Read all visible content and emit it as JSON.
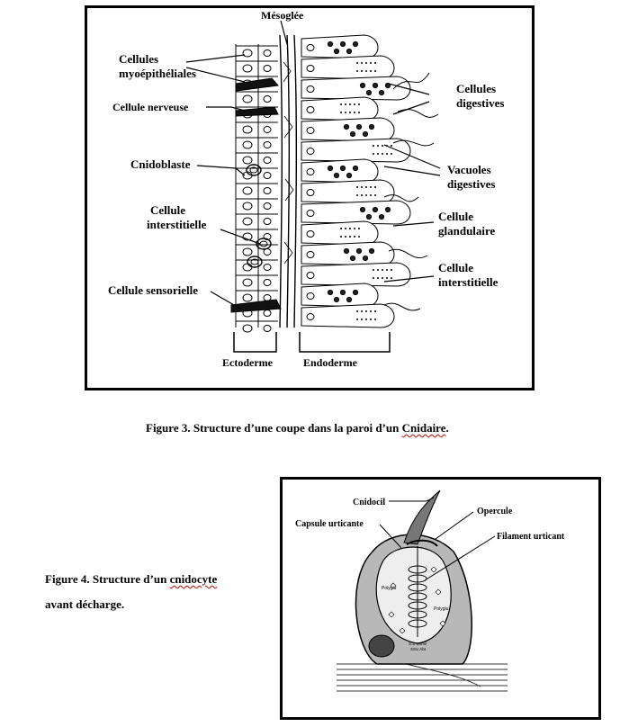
{
  "figure3": {
    "labels": {
      "mesoglee": "Mésoglée",
      "myo_line1": "Cellules",
      "myo_line2": "myoépithéliales",
      "nerveuse": "Cellule nerveuse",
      "cnidoblaste": "Cnidoblaste",
      "interst_left_line1": "Cellule",
      "interst_left_line2": "interstitielle",
      "sensorielle": "Cellule sensorielle",
      "digest_line1": "Cellules",
      "digest_line2": "digestives",
      "vacuoles_line1": "Vacuoles",
      "vacuoles_line2": "digestives",
      "gland_line1": "Cellule",
      "gland_line2": "glandulaire",
      "interst_right_line1": "Cellule",
      "interst_right_line2": "interstitielle",
      "ectoderme": "Ectoderme",
      "endoderme": "Endoderme"
    },
    "caption_pre": "Figure 3. Structure d’une coupe dans la paroi d’un ",
    "caption_word": "Cnidaire",
    "caption_post": "."
  },
  "figure4": {
    "labels": {
      "cnidocil": "Cnidocil",
      "opercule": "Opercule",
      "capsule": "Capsule urticante",
      "filament": "Filament urticant",
      "polyglu_left": "Polyglu",
      "polyglu_right": "Polyglu",
      "tiny_1": "S.S Unmil",
      "tiny_2": "SSU Abt"
    },
    "caption_line1_pre": "Figure 4. Structure d’un ",
    "caption_line1_word": "cnidocyte",
    "caption_line2": "avant décharge."
  }
}
